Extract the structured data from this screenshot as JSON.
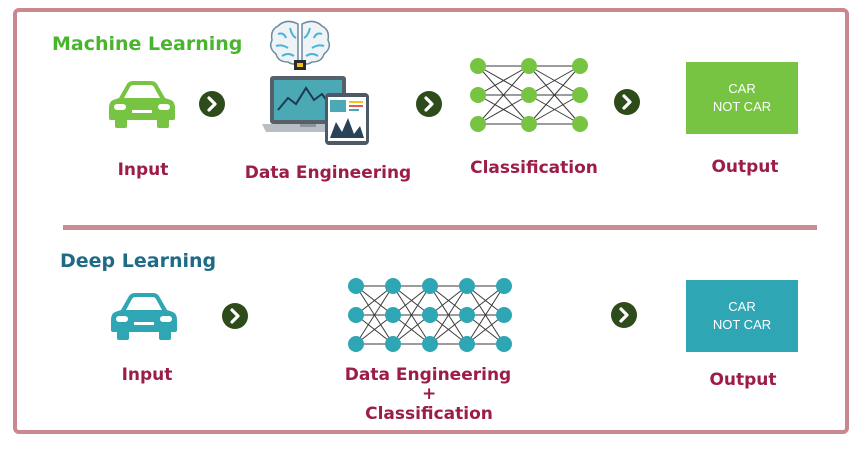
{
  "colors": {
    "frame": "#c9888f",
    "ml_green": "#76c442",
    "dl_teal": "#2ea6b4",
    "label_red": "#9c1d45",
    "arrow_dark": "#2e4b1c"
  },
  "machine_learning": {
    "title": "Machine Learning",
    "input_label": "Input",
    "data_engineering_label": "Data Engineering",
    "classification_label": "Classification",
    "output_label": "Output",
    "output_box": {
      "line1": "CAR",
      "line2": "NOT CAR"
    }
  },
  "deep_learning": {
    "title": "Deep Learning",
    "input_label": "Input",
    "data_engineering_label": "Data Engineering",
    "plus": "+",
    "classification_label": "Classification",
    "output_label": "Output",
    "output_box": {
      "line1": "CAR",
      "line2": "NOT CAR"
    }
  },
  "icons": [
    "car-icon",
    "next-arrow-icon",
    "brain-chip-icon",
    "laptop-chart-icon",
    "tablet-chart-icon",
    "neural-network-icon"
  ]
}
